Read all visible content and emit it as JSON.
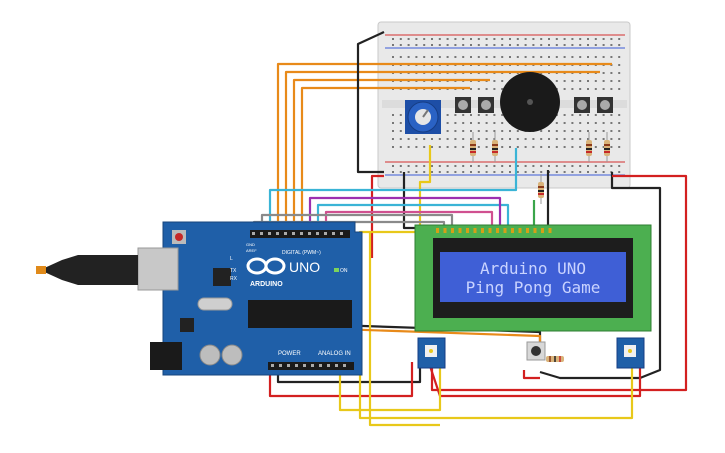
{
  "arduino": {
    "brand": "ARDUINO",
    "model": "UNO",
    "digital_label": "DIGITAL (PWM~)",
    "power_label": "POWER",
    "analog_label": "ANALOG IN",
    "on_label": "ON",
    "tx_label": "TX",
    "rx_label": "RX",
    "l_label": "L",
    "aref_label": "AREF",
    "gnd_label": "GND"
  },
  "lcd": {
    "line1": "Arduino UNO",
    "line2": "Ping Pong Game",
    "screen_color": "#3f5fd6",
    "text_color": "#c9d3ff",
    "board_color": "#4caf50"
  },
  "colors": {
    "board_blue": "#1f5fa8",
    "breadboard": "#e6e6e6",
    "rail_red": "#d32f2f",
    "rail_blue": "#3b5bd6",
    "wire_orange": "#e88a1a",
    "wire_red": "#d32020",
    "wire_black": "#222222",
    "wire_yellow": "#e8c81a",
    "wire_cyan": "#3ab4d6",
    "wire_purple": "#9c2fb0",
    "wire_green": "#3aa54a",
    "wire_gray": "#8a8a8a",
    "wire_pink": "#d05090"
  },
  "components": {
    "potentiometer": "potentiometer-icon",
    "buzzer": "piezo-buzzer-icon",
    "buttons": "push-button-icon",
    "resistors": "resistor-icon",
    "sensors": "sensor-module-icon"
  }
}
